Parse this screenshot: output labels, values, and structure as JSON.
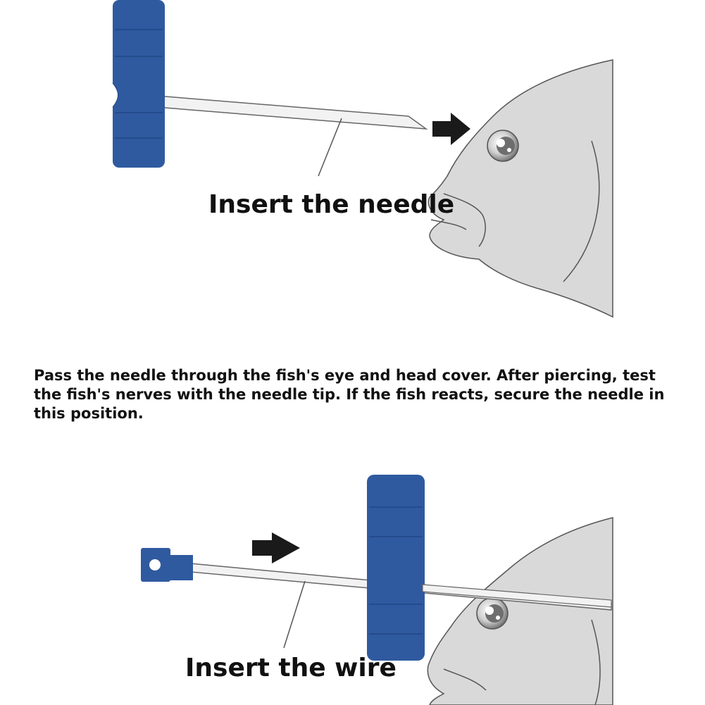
{
  "step1": {
    "label": "Insert the needle"
  },
  "instructions": {
    "text": "Pass the needle through the fish's eye and head cover. After piercing, test the fish's nerves with the needle tip. If the fish reacts, secure the needle in this position."
  },
  "step2": {
    "label": "Insert the wire"
  },
  "colors": {
    "handle_blue": "#2f5aa0",
    "fish_gray": "#d9d9d9",
    "outline": "#444444",
    "arrow": "#1a1a1a"
  },
  "icons": {
    "needle": "needle-icon",
    "wire": "wire-icon",
    "arrow": "arrow-right-icon",
    "fish": "fish-head-icon"
  }
}
